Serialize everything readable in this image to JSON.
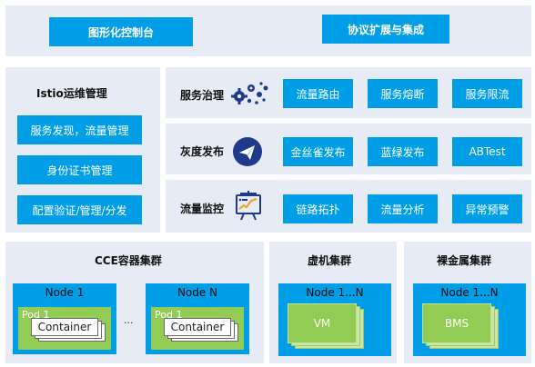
{
  "top": {
    "left_button": "图形化控制台",
    "right_button": "协议扩展与集成"
  },
  "istio": {
    "title": "Istio运维管理",
    "items": [
      "服务发现，流量管理",
      "身份证书管理",
      "配置验证/管理/分发"
    ]
  },
  "rows": [
    {
      "title": "服务治理",
      "icon": "gears-icon",
      "items": [
        "流量路由",
        "服务熔断",
        "服务限流"
      ]
    },
    {
      "title": "灰度发布",
      "icon": "paper-plane-icon",
      "items": [
        "金丝雀发布",
        "蓝绿发布",
        "ABTest"
      ]
    },
    {
      "title": "流量监控",
      "icon": "chart-board-icon",
      "items": [
        "链路拓扑",
        "流量分析",
        "异常预警"
      ]
    }
  ],
  "clusters": {
    "cce": {
      "title": "CCE容器集群",
      "node1": "Node 1",
      "nodeN": "Node N",
      "pod": "Pod 1",
      "container": "Container",
      "ellipsis": "..."
    },
    "vm": {
      "title": "虚机集群",
      "node": "Node 1...N",
      "label": "VM"
    },
    "bm": {
      "title": "裸金属集群",
      "node": "Node 1...N",
      "label": "BMS"
    }
  },
  "colors": {
    "panel": "#e6ebf5",
    "blue": "#009ee6",
    "green": "#92cc55",
    "navy": "#1e3a8a"
  }
}
